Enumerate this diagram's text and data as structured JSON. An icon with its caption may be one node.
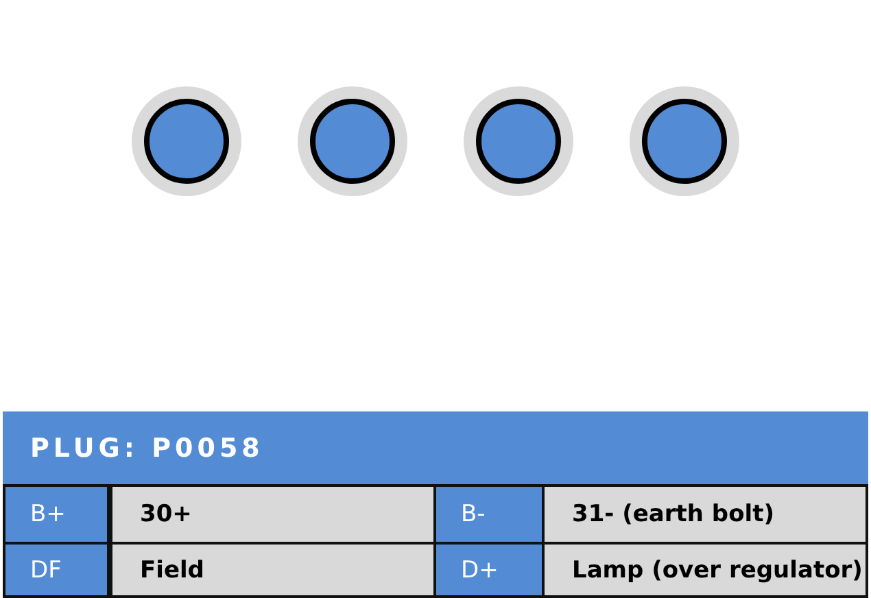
{
  "diagram": {
    "title": "PLUG: P0058",
    "nodes": [
      {
        "text": [],
        "shape": "circle"
      },
      {
        "text": [],
        "shape": "circle"
      },
      {
        "text": [],
        "shape": "circle"
      },
      {
        "text": [],
        "shape": "circle"
      }
    ],
    "labels": [
      "B+",
      "30+",
      "B-",
      "31- (earth bolt)",
      "DF",
      "Field",
      "D+",
      "Lamp (over regulator)"
    ]
  }
}
